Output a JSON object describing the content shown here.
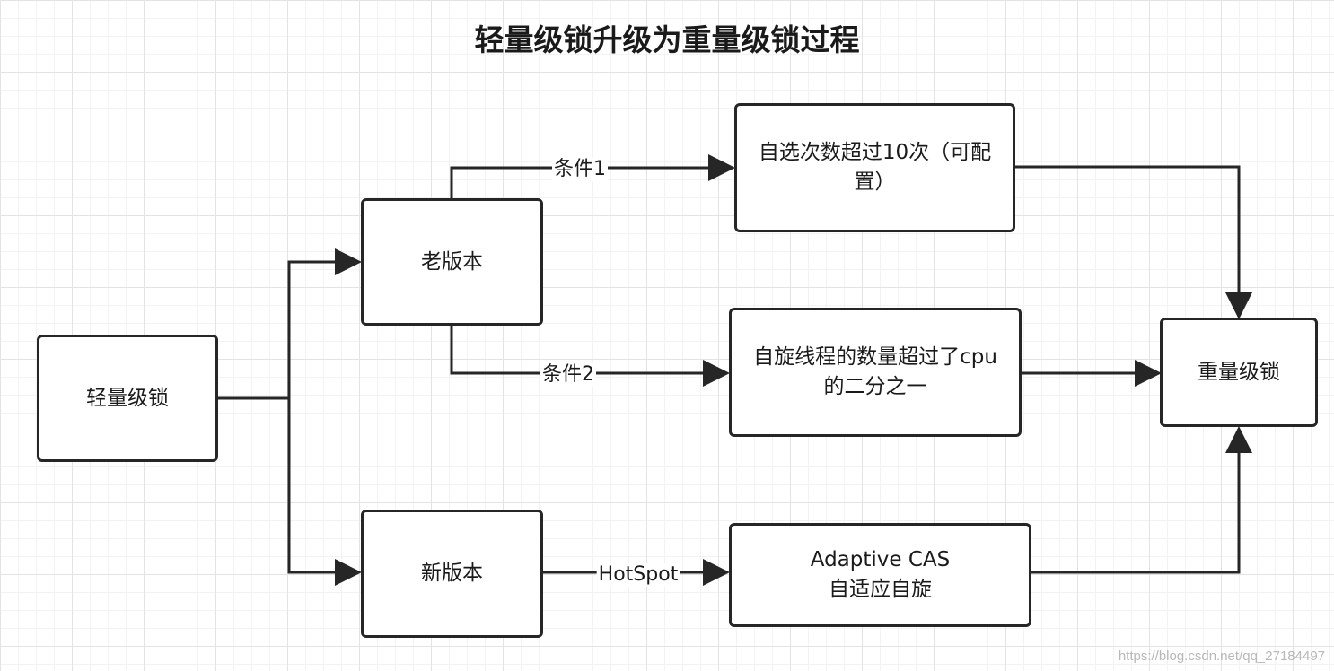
{
  "title": "轻量级锁升级为重量级锁过程",
  "nodes": {
    "light_lock": "轻量级锁",
    "old_version": "老版本",
    "new_version": "新版本",
    "spin_count": "自选次数超过10次（可配置）",
    "spin_threads": "自旋线程的数量超过了cpu的二分之一",
    "adaptive_line1": "Adaptive CAS",
    "adaptive_line2": "自适应自旋",
    "heavy_lock": "重量级锁"
  },
  "edges": {
    "cond1": "条件1",
    "cond2": "条件2",
    "hotspot": "HotSpot"
  },
  "watermark": "https://blog.csdn.net/qq_27184497"
}
